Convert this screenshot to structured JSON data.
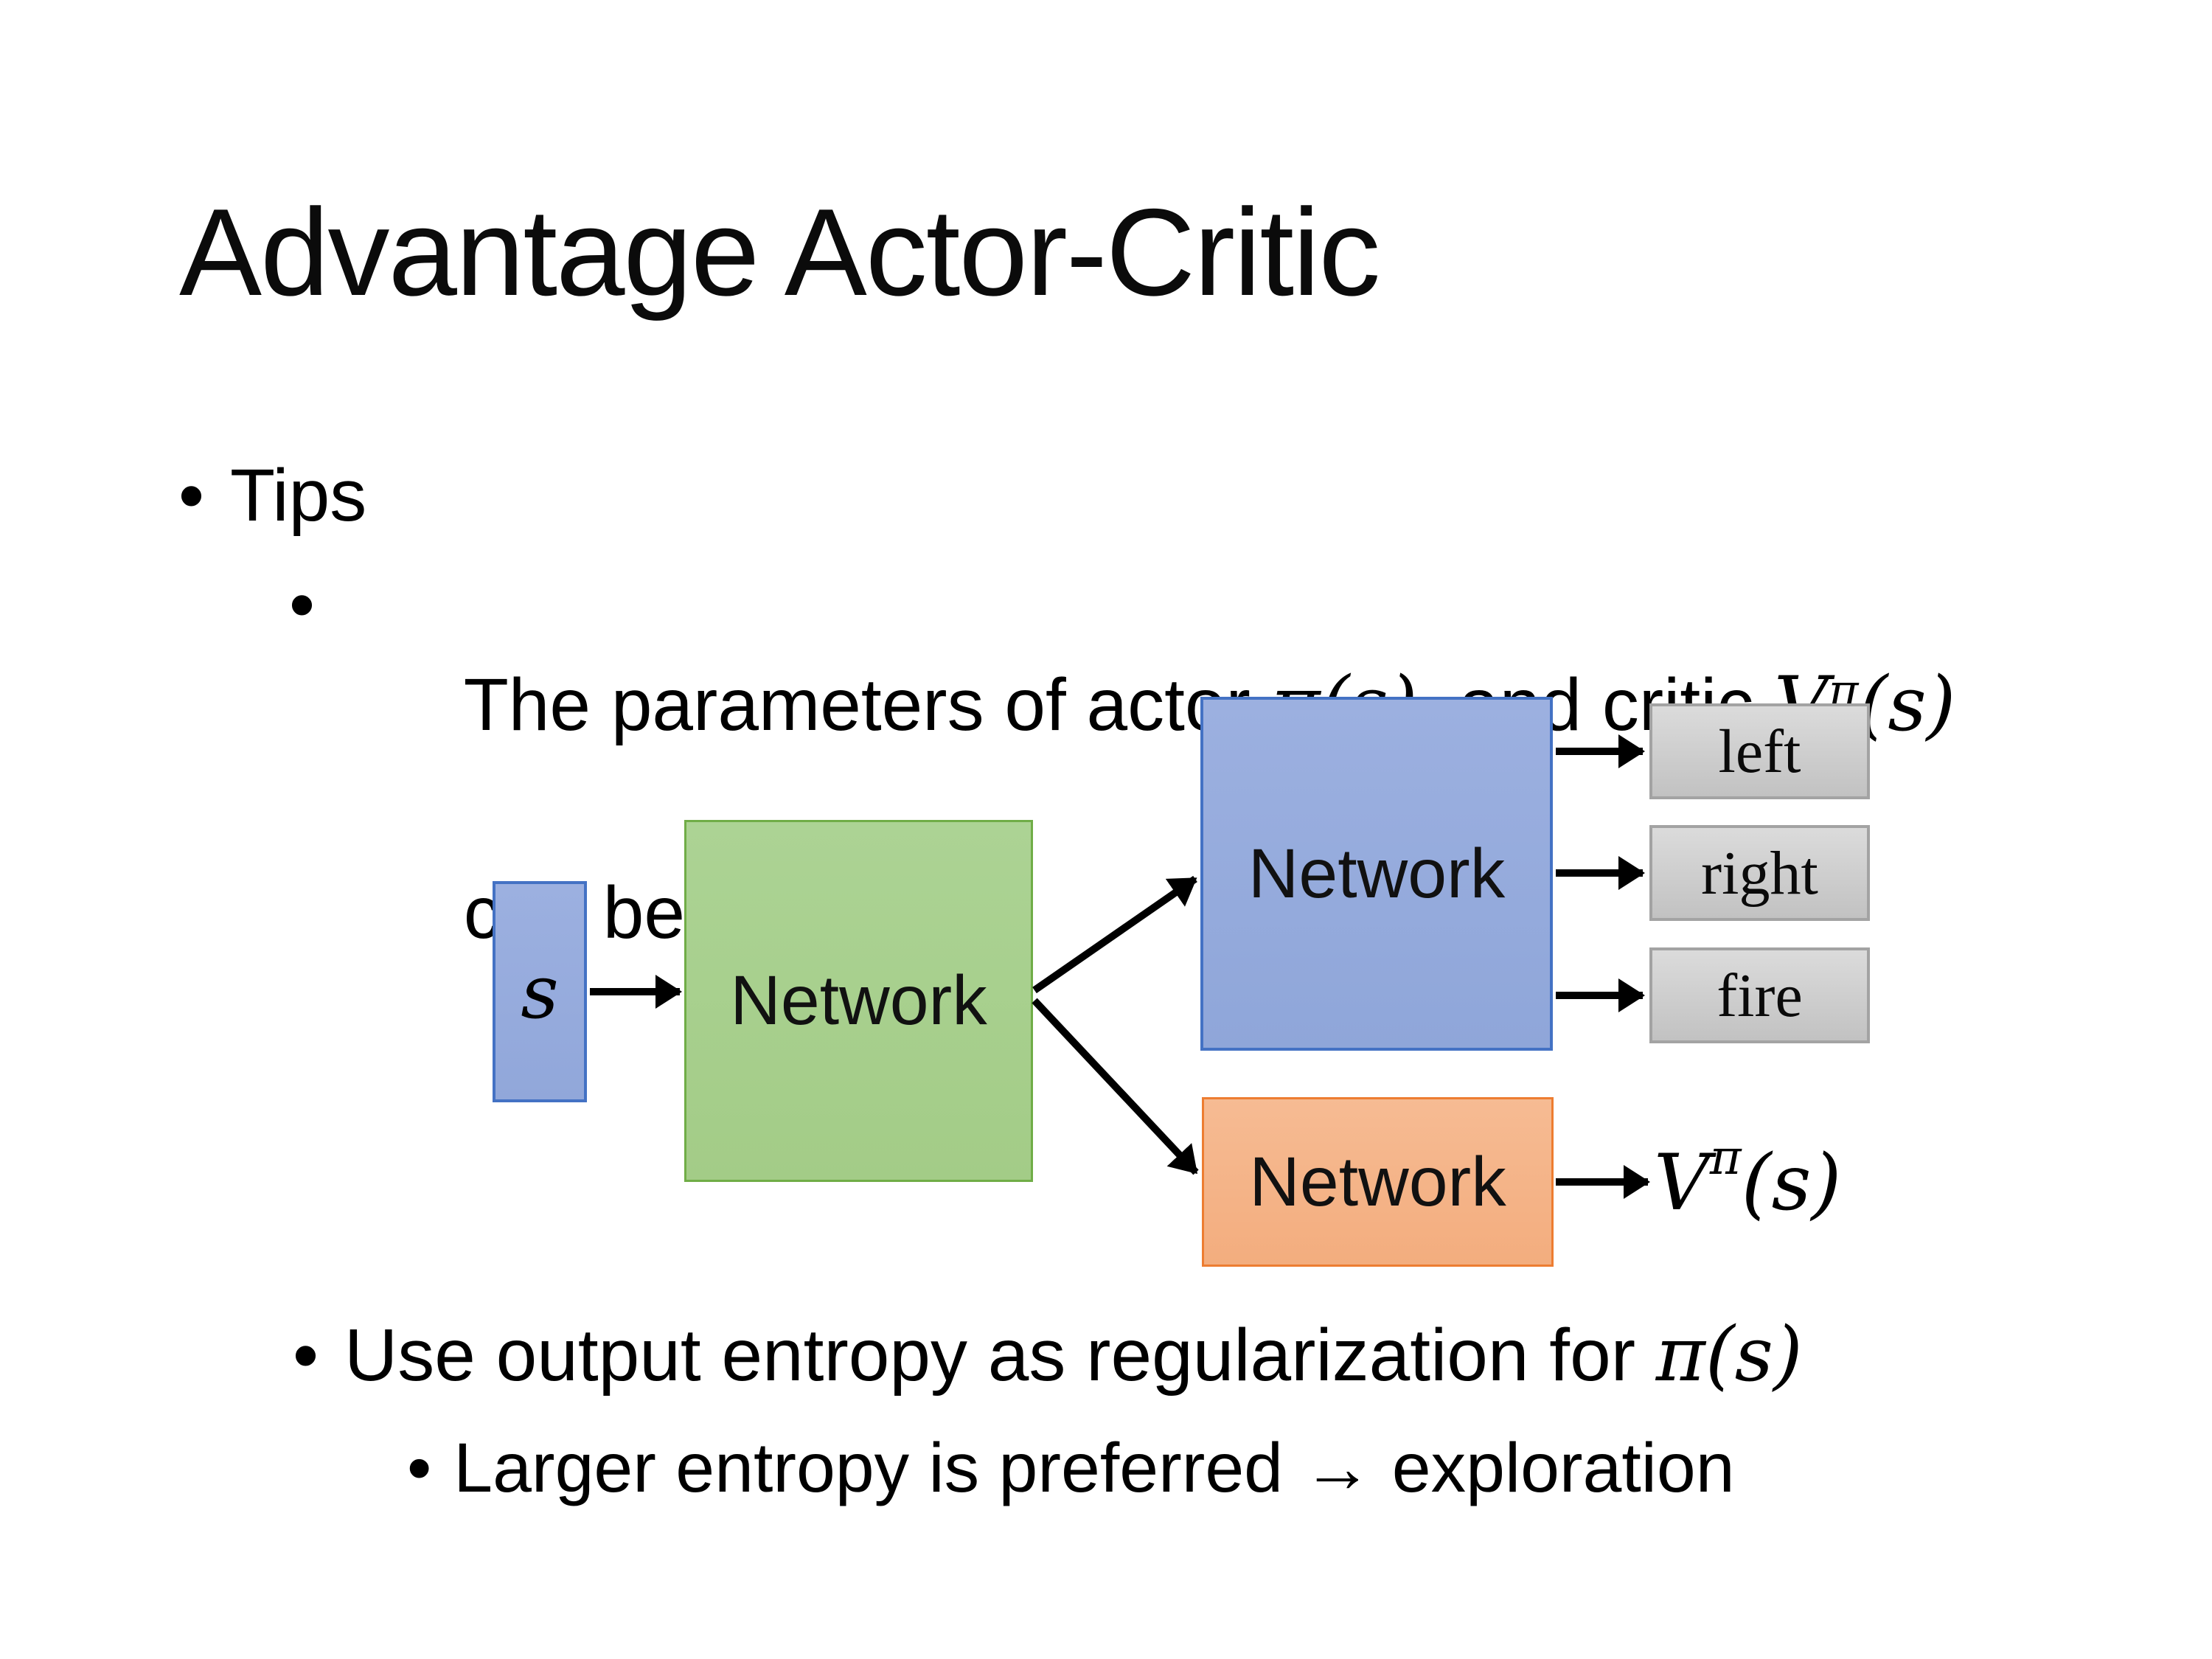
{
  "slide": {
    "title": "Advantage Actor-Critic",
    "bullets": {
      "tips": {
        "marker": "•",
        "label": "Tips"
      },
      "shared": {
        "marker": "•",
        "prefix": "The parameters of actor ",
        "actor_math": "π(s)",
        "middle": "  and critic ",
        "critic_V": "V",
        "critic_sup": "π",
        "critic_args": "(s)",
        "line2": "can be shared"
      },
      "entropy": {
        "marker": "•",
        "prefix": "Use output entropy as regularization for ",
        "pi_math": "π(s)"
      },
      "exploration": {
        "marker": "•",
        "label": "Larger entropy is preferred → exploration"
      }
    },
    "diagram": {
      "state_box": {
        "label": "s"
      },
      "shared_network": {
        "label": "Network"
      },
      "actor_network": {
        "label": "Network"
      },
      "critic_network": {
        "label": "Network"
      },
      "action_left": {
        "label": "left"
      },
      "action_right": {
        "label": "right"
      },
      "action_fire": {
        "label": "fire"
      },
      "critic_output": {
        "V": "V",
        "sup": "π",
        "args": "(s)"
      }
    },
    "colors": {
      "background": "#FFFFFF",
      "text": "#000000",
      "blue_fill": "#97ABDE",
      "blue_border": "#4472C4",
      "green_fill": "#A9D18E",
      "green_border": "#70AD47",
      "orange_fill": "#F4B183",
      "orange_border": "#ED7D31",
      "gray_fill": "#CFCFCF",
      "gray_border": "#A6A6A6",
      "arrow": "#000000"
    }
  }
}
